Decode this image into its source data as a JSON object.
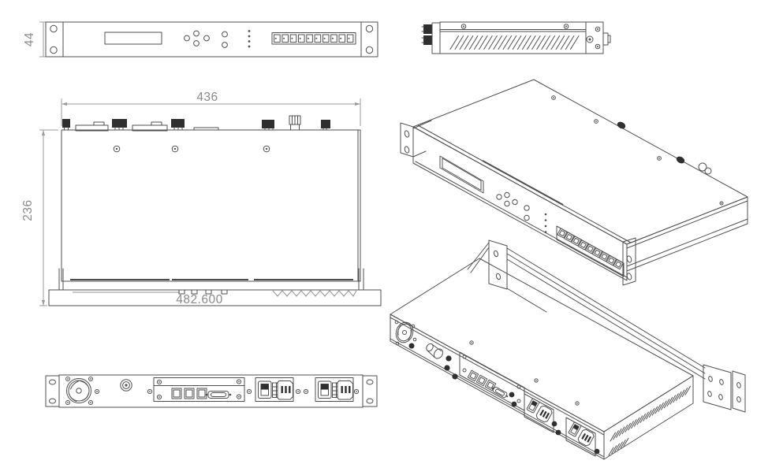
{
  "meta": {
    "background": "#ffffff",
    "line_color": "#4f4f4f",
    "connector_fill": "#2f2f2f",
    "dim_line_color": "#9b9b9b",
    "dim_text_color": "#8a8a8a"
  },
  "dimensions": {
    "front_height": "44",
    "top_width": "436",
    "top_depth": "236",
    "panel_overall_width": "482.600"
  },
  "views": {
    "front": "front-view",
    "top": "top-view",
    "rear": "rear-view",
    "side": "side-view",
    "iso_front": "isometric-front-top-view",
    "iso_rear": "isometric-rear-top-view"
  }
}
